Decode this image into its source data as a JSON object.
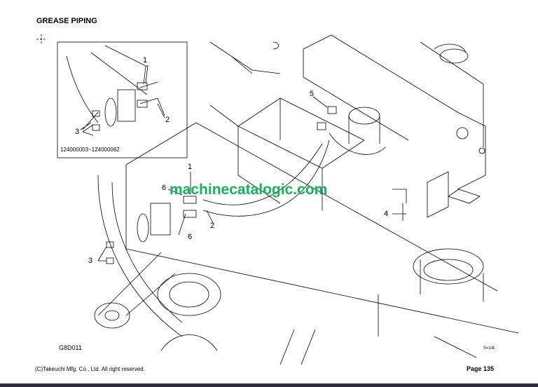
{
  "header": {
    "title": "GREASE PIPING"
  },
  "inset": {
    "caption": "124000003~124000062",
    "callouts": [
      "1",
      "2",
      "3"
    ]
  },
  "callouts": {
    "c1": "1",
    "c2": "2",
    "c3": "3",
    "c4": "4",
    "c5": "5",
    "c6a": "6",
    "c6b": "6"
  },
  "watermark": "machinecatalogic.com",
  "footer": {
    "drawing_code": "G8D011",
    "scale": "S=1/6",
    "copyright": "(C)Takeuchi Mfg. Co., Ltd. All right reserved.",
    "page": "Page 135"
  },
  "colors": {
    "watermark": "#17b35a",
    "line": "#000000"
  }
}
